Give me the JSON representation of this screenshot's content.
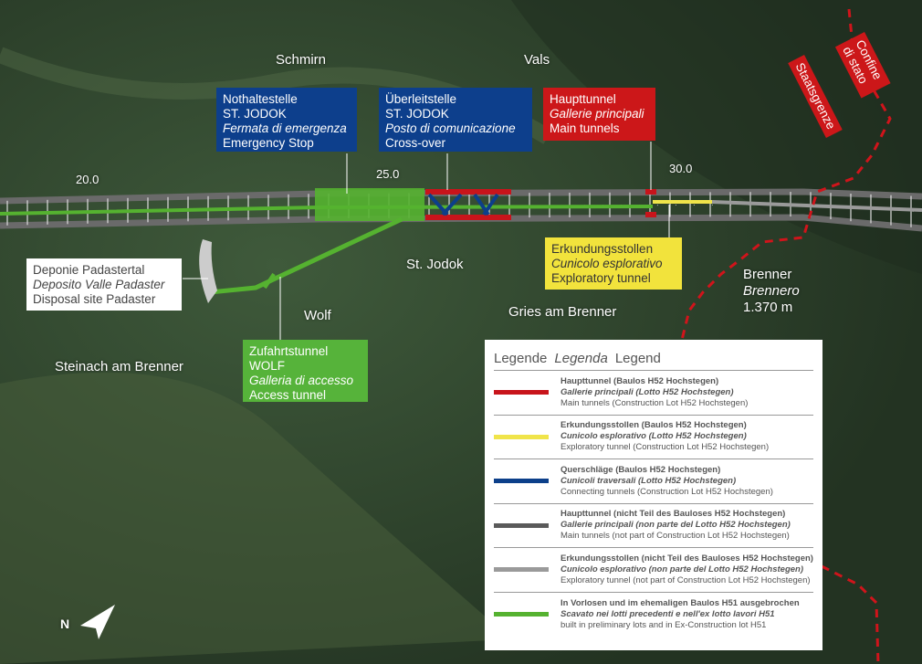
{
  "places": {
    "schmirn": "Schmirn",
    "vals": "Vals",
    "st_jodok": "St. Jodok",
    "wolf": "Wolf",
    "gries": "Gries am Brenner",
    "steinach": "Steinach am Brenner",
    "brenner": "Brenner",
    "brennero": "Brennero",
    "brenner_alt": "1.370 m"
  },
  "border": {
    "staatsgrenze": "Staatsgrenze",
    "confine": "Confine di stato"
  },
  "km": [
    "20.0",
    "25.0",
    "30.0"
  ],
  "boxes": {
    "nothaltestelle": {
      "l1": "Nothaltestelle",
      "l2": "ST. JODOK",
      "l3": "Fermata di emergenza",
      "l4": "Emergency Stop"
    },
    "ueberleit": {
      "l1": "Überleitstelle",
      "l2": "ST. JODOK",
      "l3": "Posto di comunicazione",
      "l4": "Cross-over"
    },
    "haupttunnel": {
      "l1": "Haupttunnel",
      "l2": "Gallerie principali",
      "l3": "Main tunnels"
    },
    "erkundung": {
      "l1": "Erkundungsstollen",
      "l2": "Cunicolo esplorativo",
      "l3": "Exploratory tunnel"
    },
    "deponie": {
      "l1": "Deponie Padastertal",
      "l2": "Deposito Valle Padaster",
      "l3": "Disposal site Padaster"
    },
    "zufahrt": {
      "l1": "Zufahrtstunnel",
      "l2": "WOLF",
      "l3": "Galleria di accesso",
      "l4": "Access tunnel"
    }
  },
  "compass": "N",
  "legend": {
    "title_de": "Legende",
    "title_it": "Legenda",
    "title_en": "Legend",
    "items": [
      {
        "color": "#c8141b",
        "de": "Haupttunnel (Baulos H52 Hochstegen)",
        "it": "Gallerie principali (Lotto H52 Hochstegen)",
        "en": "Main tunnels (Construction Lot H52 Hochstegen)"
      },
      {
        "color": "#f0e44a",
        "de": "Erkundungsstollen (Baulos H52 Hochstegen)",
        "it": "Cunicolo esplorativo (Lotto H52 Hochstegen)",
        "en": "Exploratory tunnel (Construction Lot H52 Hochstegen)"
      },
      {
        "color": "#0c3f8a",
        "de": "Querschläge (Baulos H52 Hochstegen)",
        "it": "Cunicoli traversali (Lotto H52 Hochstegen)",
        "en": "Connecting tunnels (Construction Lot H52 Hochstegen)"
      },
      {
        "color": "#5a5a5a",
        "de": "Haupttunnel (nicht Teil des Bauloses H52 Hochstegen)",
        "it": "Gallerie principali (non parte del Lotto H52 Hochstegen)",
        "en": "Main tunnels (not part of Construction Lot H52 Hochstegen)"
      },
      {
        "color": "#9a9a9a",
        "de": "Erkundungsstollen (nicht Teil des Bauloses H52 Hochstegen)",
        "it": "Cunicolo esplorativo (non parte del Lotto H52 Hochstegen)",
        "en": "Exploratory tunnel (not part of Construction Lot H52 Hochstegen)"
      },
      {
        "color": "#55b230",
        "de": "In Vorlosen und im ehemaligen Baulos H51 ausgebrochen",
        "it": "Scavato nei lotti precedenti e nell'ex lotto lavori H51",
        "en": "built in preliminary lots and in Ex-Construction lot H51"
      }
    ]
  }
}
